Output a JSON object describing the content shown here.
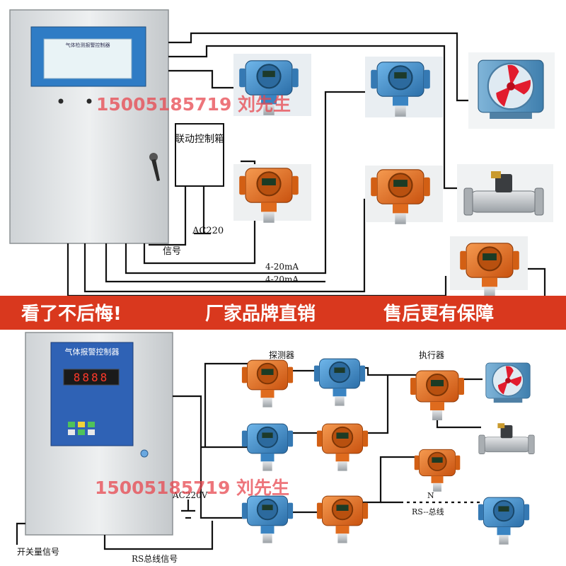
{
  "watermark": "15005185719  刘先生",
  "banner": {
    "left": "看了不后悔!",
    "middle": "厂家品牌直销",
    "right": "售后更有保障"
  },
  "top_panel": {
    "title": "气体检测报警控制器",
    "linkage_box": "联动控制箱",
    "power_label": "AC220",
    "signal_label": "信号",
    "current_label_1": "4-20mA",
    "current_label_2": "4-20mA"
  },
  "bottom_panel": {
    "title": "气体报警控制器",
    "display": "8888",
    "detector_label": "探测器",
    "actuator_label": "执行器",
    "power_label": "AC220V",
    "bus_n_label": "N",
    "bus_label": "RS--总线",
    "switch_signal_label": "开关量信号",
    "rs_signal_label": "RS总线信号"
  },
  "colors": {
    "banner": "#d9381e",
    "panel_blue": "#2f62b5",
    "detector_blue": "#3d8fd0",
    "detector_orange": "#e36a1c",
    "fan_red": "#e21c2e",
    "watermark": "#e8474f"
  }
}
